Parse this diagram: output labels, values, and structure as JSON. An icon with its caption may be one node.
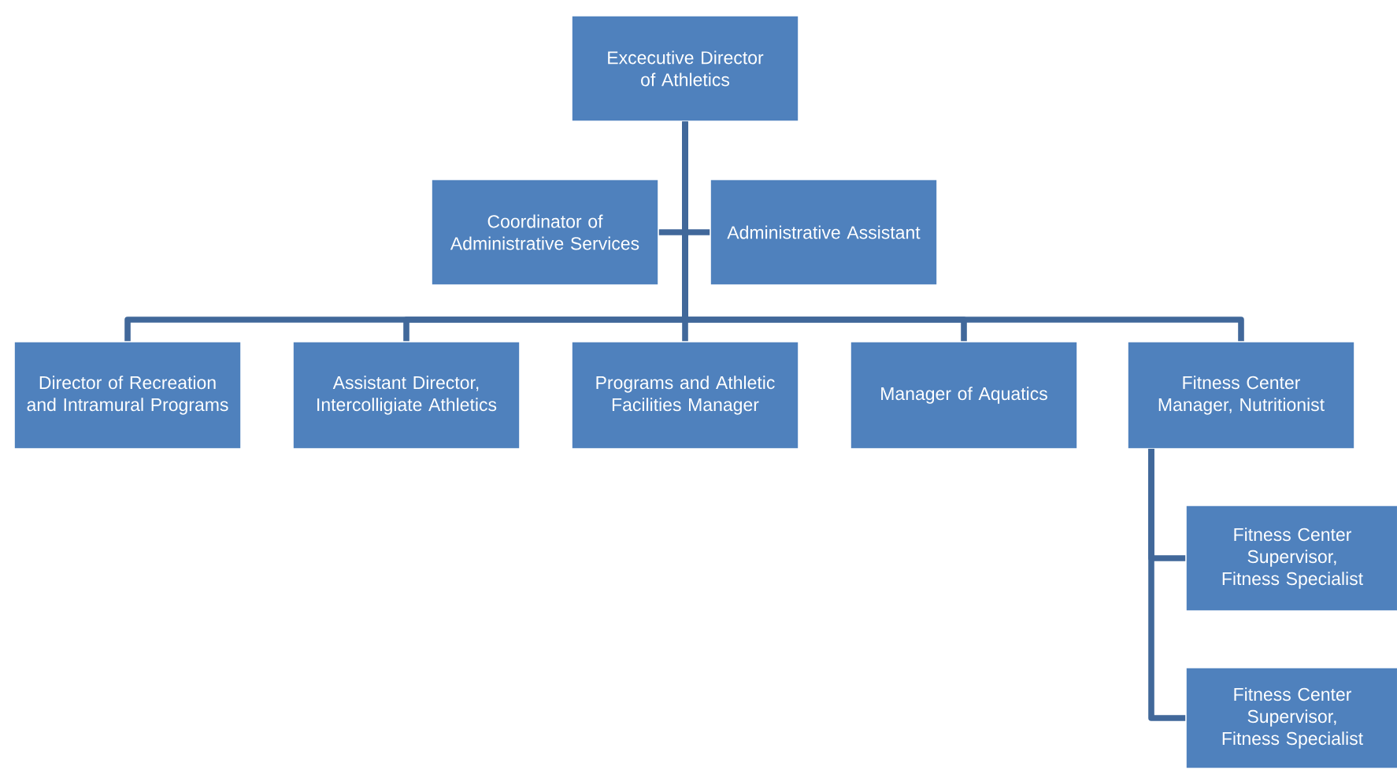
{
  "diagram": {
    "nodes": [
      {
        "text": [
          "Excecutive Director of Athletics"
        ]
      },
      {
        "text": [
          "Coordinator of Administrative Services"
        ]
      },
      {
        "text": [
          "Administrative Assistant"
        ]
      },
      {
        "text": [
          "Director of Recreation and Intramural Programs"
        ]
      },
      {
        "text": [
          "Assistant Director, Intercolligiate Athletics"
        ]
      },
      {
        "text": [
          "Programs and Athletic Facilities Manager"
        ]
      },
      {
        "text": [
          "Manager of Aquatics"
        ]
      },
      {
        "text": [
          "Fitness Center Manager, Nutritionist"
        ]
      },
      {
        "text": [
          "Fitness Center Supervisor, Fitness Specialist"
        ]
      },
      {
        "text": [
          "Fitness Center Supervisor, Fitness Specialist"
        ]
      }
    ],
    "edges": [
      {
        "from": 0,
        "to": 1,
        "arrow": "none"
      },
      {
        "from": 0,
        "to": 2,
        "arrow": "none"
      },
      {
        "from": 0,
        "to": 3,
        "arrow": "none"
      },
      {
        "from": 0,
        "to": 4,
        "arrow": "none"
      },
      {
        "from": 0,
        "to": 5,
        "arrow": "none"
      },
      {
        "from": 0,
        "to": 6,
        "arrow": "none"
      },
      {
        "from": 0,
        "to": 7,
        "arrow": "none"
      },
      {
        "from": 7,
        "to": 8,
        "arrow": "none"
      },
      {
        "from": 7,
        "to": 9,
        "arrow": "none"
      }
    ]
  }
}
